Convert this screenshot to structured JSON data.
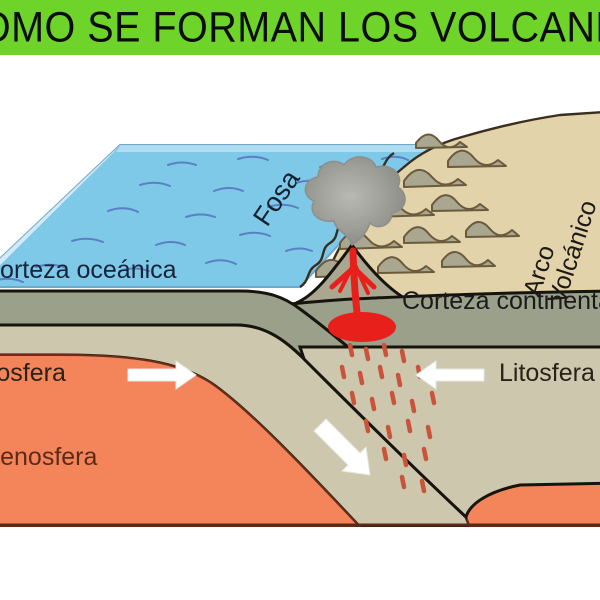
{
  "title": {
    "text": "CÓMO SE FORMAN LOS VOLCANES",
    "visible_text": "MO SE FORMAN LOS VOLCAN",
    "banner_color": "#6ed42a",
    "text_color": "#0c0c0c",
    "clipped": "both-edges"
  },
  "diagram": {
    "subject": "subduction zone volcano formation cross-section",
    "labels": {
      "ocean_crust": "Corteza oceánica",
      "ocean_crust_visible": "rteza oceánica",
      "trench": "Fosa",
      "volcanic_arc_line1": "Arco",
      "volcanic_arc_line2": "Volcánico",
      "continental_crust": "Corteza continental",
      "continental_crust_visible": "Corteza contine",
      "lithosphere_left": "Litosfera",
      "lithosphere_left_visible": "sfera",
      "lithosphere_right": "Litosfera",
      "asthenosphere": "Astenosfera",
      "asthenosphere_visible": "enosfera"
    },
    "colors": {
      "ocean_water": "#7ec8e8",
      "ocean_wave_line": "#5a7fc4",
      "land_surface": "#e2d3ab",
      "mountain_shape": "#a9a790",
      "oceanic_crust_band": "#9aa08a",
      "continental_crust_band": "#9aa08a",
      "lithosphere": "#cdc7ae",
      "asthenosphere": "#f4845a",
      "magma": "#e8201b",
      "ash_plume": "#9a9a96",
      "outline": "#231a14",
      "arrow": "#ffffff"
    },
    "arrows": [
      {
        "name": "plate-motion-left",
        "direction": "right"
      },
      {
        "name": "plate-motion-right",
        "direction": "left"
      },
      {
        "name": "subduction-descent",
        "direction": "down-right"
      }
    ],
    "features": [
      "ocean basin in perspective",
      "oceanic trench (Fosa)",
      "volcanic arc mountains",
      "erupting volcano with ash plume",
      "magma chamber and conduit",
      "rising magma droplets from slab",
      "subducting lithospheric slab"
    ]
  }
}
